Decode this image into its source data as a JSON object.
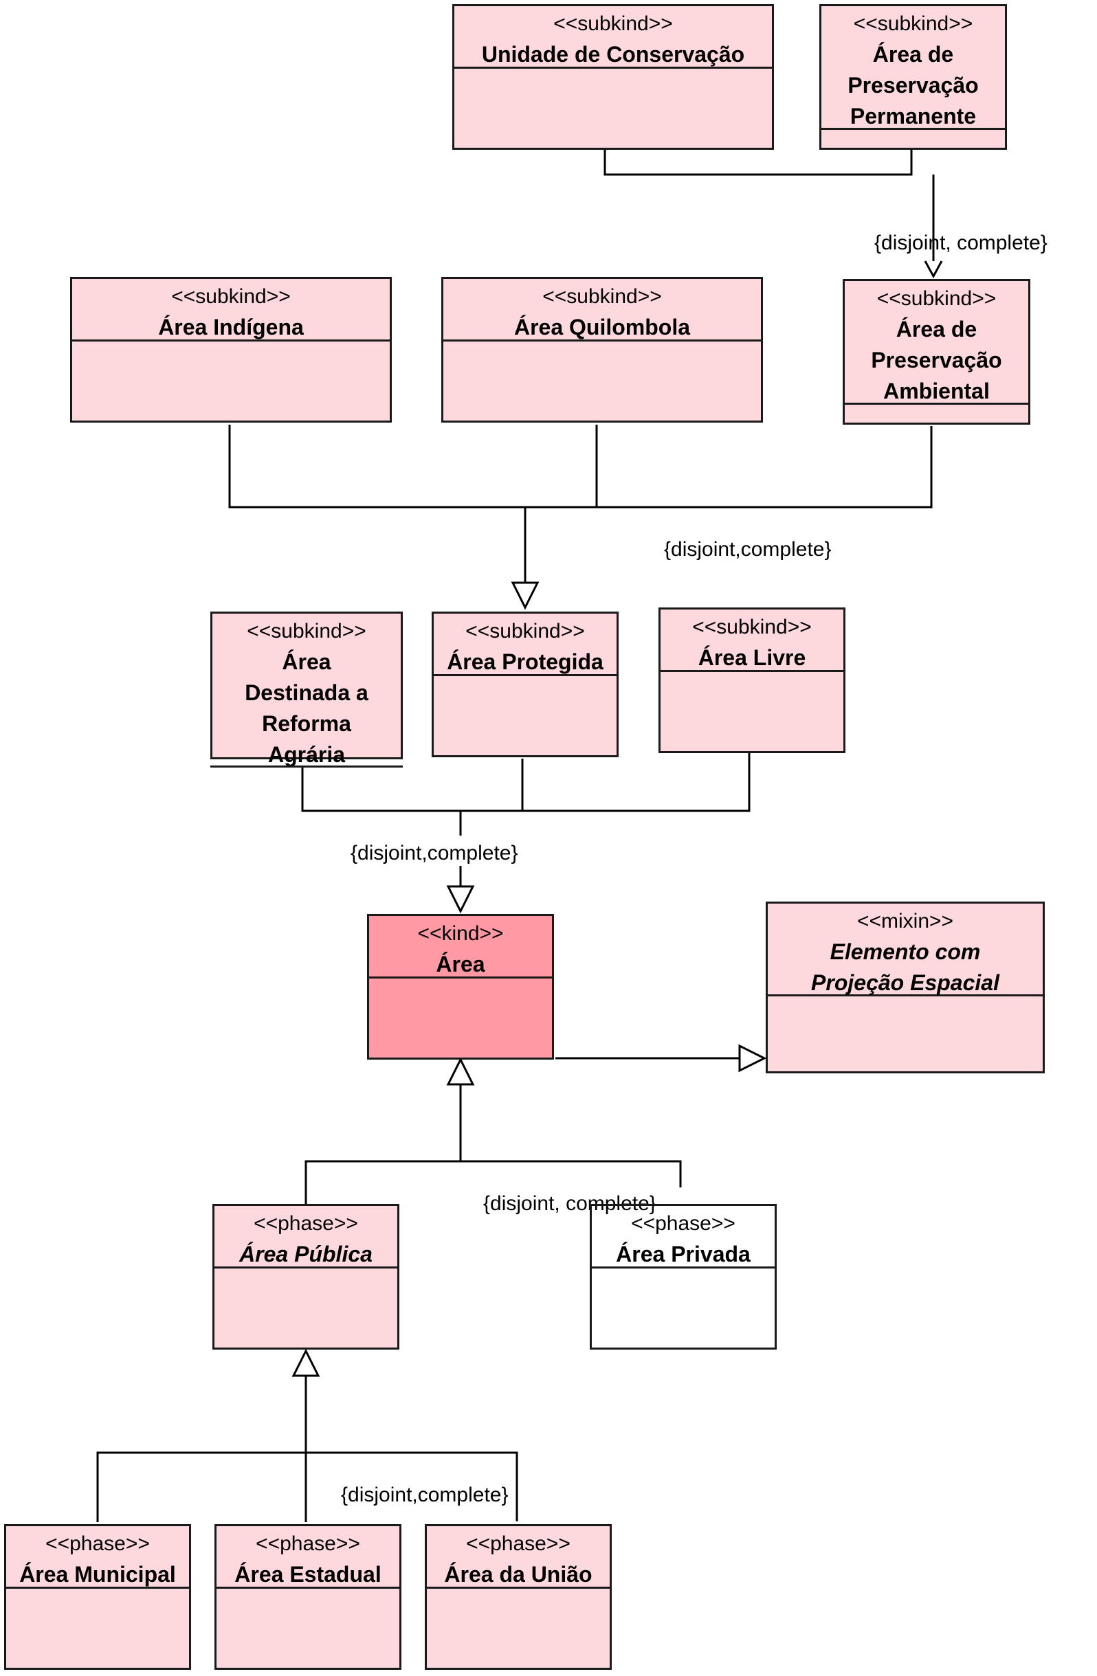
{
  "classes": {
    "unidade_conservacao": {
      "stereotype": "<<subkind>>",
      "name": "Unidade de Conservação"
    },
    "area_preservacao_permanente": {
      "stereotype": "<<subkind>>",
      "name_lines": [
        "Área de",
        "Preservação",
        "Permanente"
      ]
    },
    "area_indigena": {
      "stereotype": "<<subkind>>",
      "name": "Área Indígena"
    },
    "area_quilombola": {
      "stereotype": "<<subkind>>",
      "name": "Área Quilombola"
    },
    "area_preservacao_ambiental": {
      "stereotype": "<<subkind>>",
      "name_lines": [
        "Área de",
        "Preservação",
        "Ambiental"
      ]
    },
    "area_reforma_agraria": {
      "stereotype": "<<subkind>>",
      "name_lines": [
        "Área",
        "Destinada a",
        "Reforma",
        "Agrária"
      ]
    },
    "area_protegida": {
      "stereotype": "<<subkind>>",
      "name": "Área Protegida"
    },
    "area_livre": {
      "stereotype": "<<subkind>>",
      "name": "Área Livre"
    },
    "area": {
      "stereotype": "<<kind>>",
      "name": "Área"
    },
    "elemento_projecao": {
      "stereotype": "<<mixin>>",
      "name_lines": [
        "Elemento com",
        "Projeção Espacial"
      ]
    },
    "area_publica": {
      "stereotype": "<<phase>>",
      "name": "Área Pública"
    },
    "area_privada": {
      "stereotype": "<<phase>>",
      "name": "Área Privada"
    },
    "area_municipal": {
      "stereotype": "<<phase>>",
      "name": "Área Municipal"
    },
    "area_estadual": {
      "stereotype": "<<phase>>",
      "name": "Área Estadual"
    },
    "area_uniao": {
      "stereotype": "<<phase>>",
      "name": "Área da União"
    }
  },
  "constraints": {
    "preservacao": "{disjoint, complete}",
    "protegida": "{disjoint,complete}",
    "area_subkinds": "{disjoint,complete}",
    "area_phases": "{disjoint, complete}",
    "publica_phases": "{disjoint,complete}"
  },
  "colors": {
    "class_fill": "#fdd9dd",
    "kind_fill": "#ff99a4",
    "border": "#1a1a1a"
  }
}
